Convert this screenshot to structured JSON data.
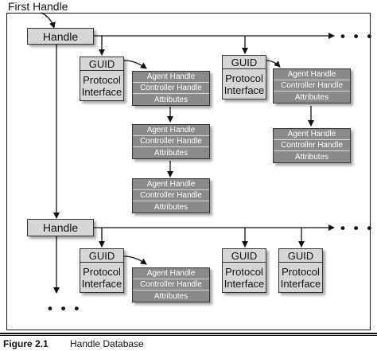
{
  "diagram": {
    "first_handle_label": "First Handle",
    "handle_label": "Handle",
    "guid_label": "GUID",
    "protocol_interface_line1": "Protocol",
    "protocol_interface_line2": "Interface",
    "agent_handle_label": "Agent Handle",
    "controller_handle_label": "Controller Handle",
    "attributes_label": "Attributes",
    "ellipsis": "• • •"
  },
  "caption": {
    "figure_label": "Figure 2.1",
    "title": "Handle Database"
  },
  "colors": {
    "box_fill": "#d6d6d6",
    "record_fill": "#8a8a8a",
    "line": "#111111"
  }
}
